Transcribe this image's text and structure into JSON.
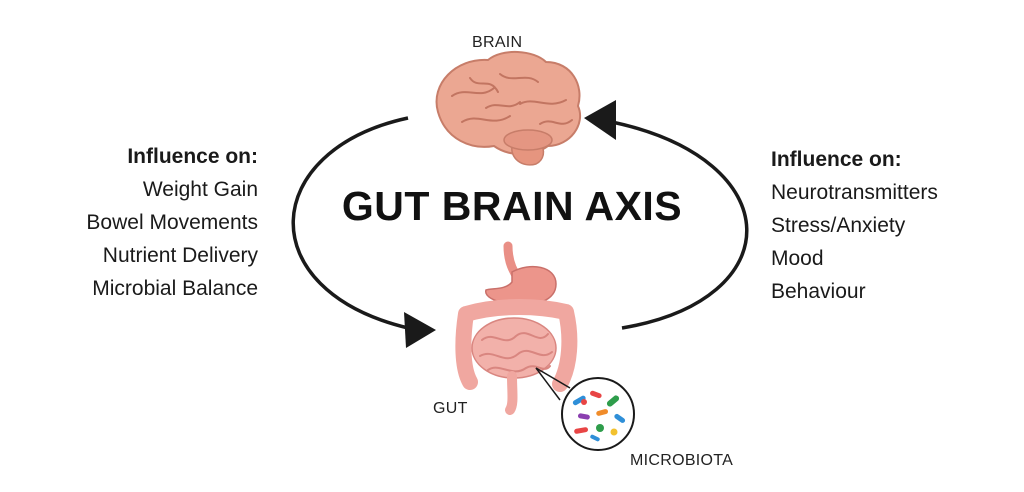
{
  "title": "GUT BRAIN AXIS",
  "labels": {
    "brain": "BRAIN",
    "gut": "GUT",
    "microbiota": "MICROBIOTA"
  },
  "left_panel": {
    "heading": "Influence on:",
    "items": [
      "Weight Gain",
      "Bowel Movements",
      "Nutrient Delivery",
      "Microbial Balance"
    ]
  },
  "right_panel": {
    "heading": "Influence on:",
    "items": [
      "Neurotransmitters",
      "Stress/Anxiety",
      "Mood",
      "Behaviour"
    ]
  },
  "colors": {
    "arrow": "#1a1a1a",
    "brain": "#e8a08c",
    "gut": "#f0a7a0",
    "stomach": "#e98f86"
  }
}
